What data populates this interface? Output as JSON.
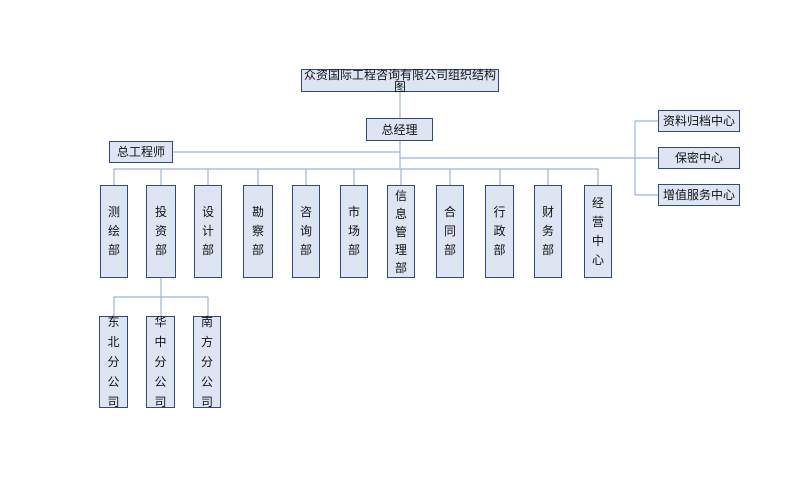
{
  "title": "众资国际工程咨询有限公司组织结构图",
  "general_manager": "总经理",
  "chief_engineer": "总工程师",
  "right_units": [
    {
      "id": "archive",
      "label": "资料归档中心"
    },
    {
      "id": "secrecy",
      "label": "保密中心"
    },
    {
      "id": "value-added",
      "label": "增值服务中心"
    }
  ],
  "departments": [
    {
      "id": "survey",
      "label": "测绘部"
    },
    {
      "id": "investment",
      "label": "投资部"
    },
    {
      "id": "design",
      "label": "设计部"
    },
    {
      "id": "exploration",
      "label": "勘察部"
    },
    {
      "id": "consulting",
      "label": "咨询部"
    },
    {
      "id": "market",
      "label": "市场部"
    },
    {
      "id": "it",
      "label": "信息管理部"
    },
    {
      "id": "contract",
      "label": "合同部"
    },
    {
      "id": "admin",
      "label": "行政部"
    },
    {
      "id": "finance",
      "label": "财务部"
    },
    {
      "id": "operations",
      "label": "经营中心"
    }
  ],
  "branches": [
    {
      "id": "northeast",
      "label": "东北分公司"
    },
    {
      "id": "central",
      "label": "华中分公司"
    },
    {
      "id": "south",
      "label": "南方分公司"
    }
  ],
  "colors": {
    "box_fill": "#dde5f2",
    "box_border": "#2e4a80",
    "connector": "#9cb3d6"
  }
}
